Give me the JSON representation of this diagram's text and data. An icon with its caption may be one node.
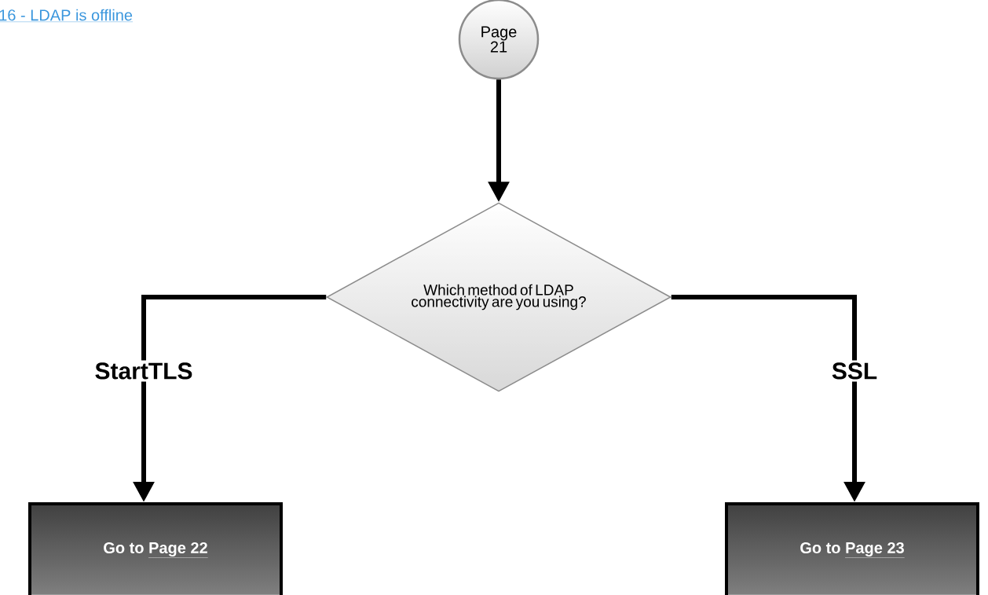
{
  "diagram": {
    "nodes": [
      {
        "text": [
          "Page 21"
        ]
      },
      {
        "text": [
          "Which method of LDAP connectivity are you using?"
        ]
      },
      {
        "text": [
          "Go to",
          "Page 22"
        ]
      },
      {
        "text": [
          "Go to",
          "Page 23"
        ]
      }
    ],
    "edges": [
      {
        "from": 0,
        "to": 1,
        "arrow": "to"
      },
      {
        "from": 1,
        "to": 2,
        "arrow": "to",
        "label": "StartTLS"
      },
      {
        "from": 1,
        "to": 3,
        "arrow": "to",
        "label": "SSL"
      }
    ],
    "labels": [
      "16 - LDAP is offline"
    ]
  }
}
